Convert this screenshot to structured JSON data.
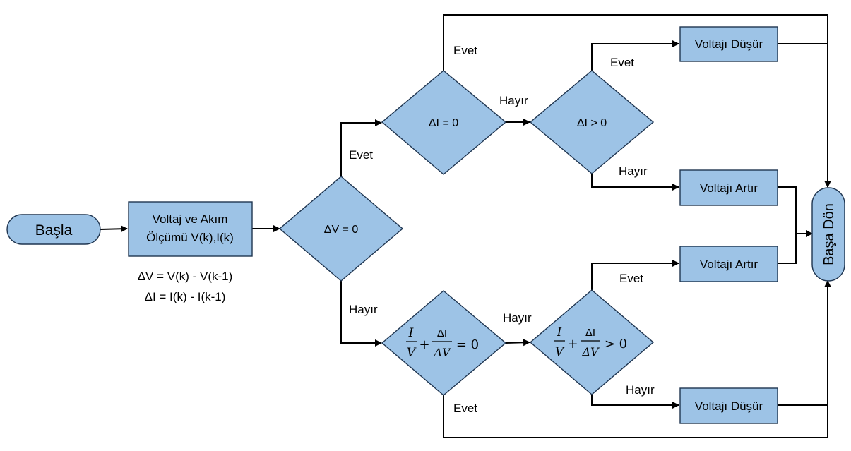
{
  "start": "Başla",
  "measure": {
    "line1": "Voltaj ve Akım",
    "line2": "Ölçümü V(k),I(k)"
  },
  "formulas": {
    "dv": "ΔV = V(k) - V(k-1)",
    "di": "ΔI = I(k) - I(k-1)"
  },
  "decisions": {
    "dv_zero": "ΔV = 0",
    "di_zero": "ΔI = 0",
    "di_pos": "ΔI > 0",
    "cond_zero": {
      "num1": "I",
      "den1": "V",
      "plus": "+",
      "num2": "ΔI",
      "den2": "ΔV",
      "rel": "= 0"
    },
    "cond_pos": {
      "num1": "I",
      "den1": "V",
      "plus": "+",
      "num2": "ΔI",
      "den2": "ΔV",
      "rel": "> 0"
    }
  },
  "actions": {
    "top_decrease": "Voltajı Düşür",
    "top_increase": "Voltajı Artır",
    "bottom_increase": "Voltajı Artır",
    "bottom_decrease": "Voltajı Düşür"
  },
  "return": "Başa Dön",
  "labels": {
    "evet_upper": "Evet",
    "evet_top": "Evet",
    "evet_di_pos": "Evet",
    "hayir_di_zero": "Hayır",
    "hayir_di_pos": "Hayır",
    "hayir_lower": "Hayır",
    "hayir_cond_zero": "Hayır",
    "evet_cond_pos": "Evet",
    "hayir_cond_pos": "Hayır",
    "evet_bottom": "Evet"
  }
}
